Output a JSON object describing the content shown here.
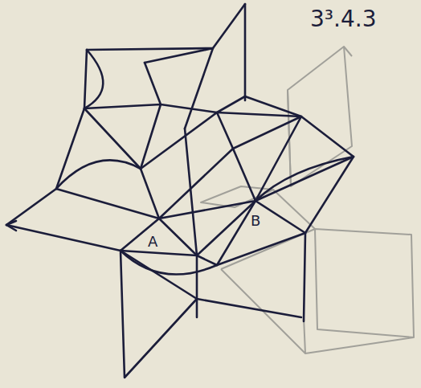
{
  "diagram": {
    "labels": [
      "3³.4.3",
      "A",
      "B"
    ]
  }
}
